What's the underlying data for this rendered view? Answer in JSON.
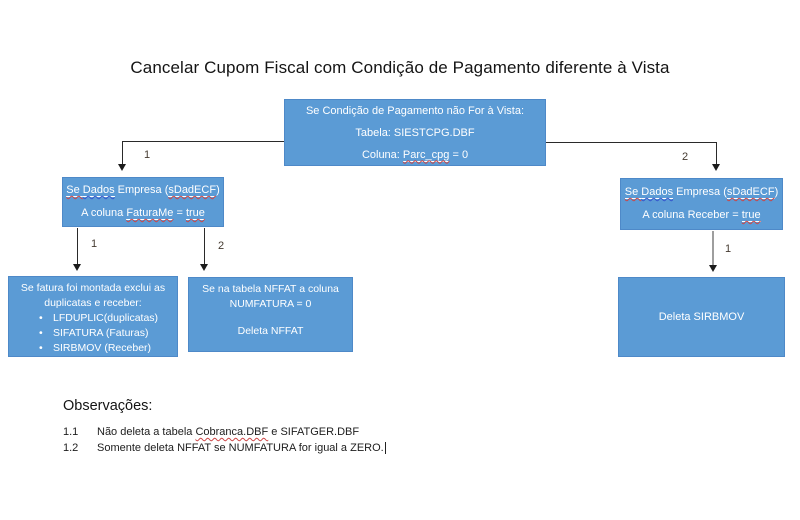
{
  "title": "Cancelar Cupom Fiscal com Condição de Pagamento diferente à Vista",
  "colors": {
    "box_fill": "#5b9bd5",
    "box_border": "#4e89c8",
    "box_text": "#ffffff",
    "spellcheck_red": "#cc4444",
    "grammar_blue": "#3355cc",
    "connector": "#2a2a2a"
  },
  "flowchart": {
    "root_box": {
      "line1": "Se Condição de Pagamento não For à Vista:",
      "line2": "Tabela: SIESTCPG.DBF",
      "line3_prefix": "Coluna: ",
      "line3_code": "Parc_cpg",
      "line3_suffix": " = 0"
    },
    "left_box": {
      "l1_se": "Se ",
      "l1_dados": "Dados",
      "l1_mid": " Empresa (",
      "l1_code": "sDadECF",
      "l1_close": ")",
      "l2_prefix": "A coluna ",
      "l2_code": "FaturaMe",
      "l2_eq": " = ",
      "l2_value": "true"
    },
    "right_box": {
      "l1_se": "Se ",
      "l1_dados": "Dados",
      "l1_mid": " Empresa (",
      "l1_code": "sDadECF",
      "l1_close": ")",
      "l2_prefix": "A coluna Receber = ",
      "l2_value": "true"
    },
    "exclude_box": {
      "header_line1": "Se fatura foi montada exclui as",
      "header_line2": "duplicatas e receber:",
      "bullet_glyph": "•",
      "bullets": [
        "LFDUPLIC(duplicatas)",
        "SIFATURA (Faturas)",
        "SIRBMOV (Receber)"
      ]
    },
    "nffat_box": {
      "line1a": "Se na tabela NFFAT a coluna",
      "line1b": "NUMFATURA = 0",
      "line2": "Deleta NFFAT"
    },
    "sirbmov_box": {
      "label": "Deleta SIRBMOV"
    },
    "connectors": {
      "root_to_left": "1",
      "root_to_right": "2",
      "left_to_exclude": "1",
      "left_to_nffat": "2",
      "right_to_sirbmov": "1"
    }
  },
  "observations": {
    "title": "Observações:",
    "items": [
      {
        "num": "1.1",
        "prefix": "Não deleta a tabela ",
        "code": "Cobranca.DBF",
        "suffix": " e SIFATGER.DBF"
      },
      {
        "num": "1.2",
        "prefix": "Somente deleta NFFAT se NUMFATURA for igual a ZERO.",
        "code": "",
        "suffix": ""
      }
    ]
  }
}
